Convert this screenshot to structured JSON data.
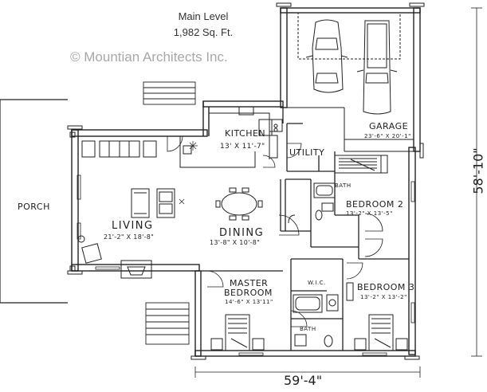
{
  "header": {
    "level": "Main Level",
    "area": "1,982 Sq. Ft.",
    "watermark": "© Mountian Architects Inc."
  },
  "rooms": {
    "kitchen": {
      "name": "KITCHEN",
      "dims": "13' X 11'-7\""
    },
    "garage": {
      "name": "GARAGE",
      "dims": "23'-6\" X 20'-1\""
    },
    "utility": {
      "name": "UTILITY"
    },
    "bath_upper": {
      "name": "BATH"
    },
    "bedroom2": {
      "name": "BEDROOM 2",
      "dims": "13'-2\" X 13'-5\""
    },
    "porch": {
      "name": "PORCH"
    },
    "living": {
      "name": "LIVING",
      "dims": "21'-2\" X 18'-8\""
    },
    "dining": {
      "name": "DINING",
      "dims": "13'-8\" X 10'-8\""
    },
    "master": {
      "name_line1": "MASTER",
      "name_line2": "BEDROOM",
      "dims": "14'-6\" X 13'11\""
    },
    "wic": {
      "name": "W.I.C."
    },
    "bath_lower": {
      "name": "BATH"
    },
    "bedroom3": {
      "name": "BEDROOM 3",
      "dims": "13'-2\" X 13'-2\""
    }
  },
  "dimensions": {
    "width": "59'-4\"",
    "depth": "58'-10\""
  }
}
